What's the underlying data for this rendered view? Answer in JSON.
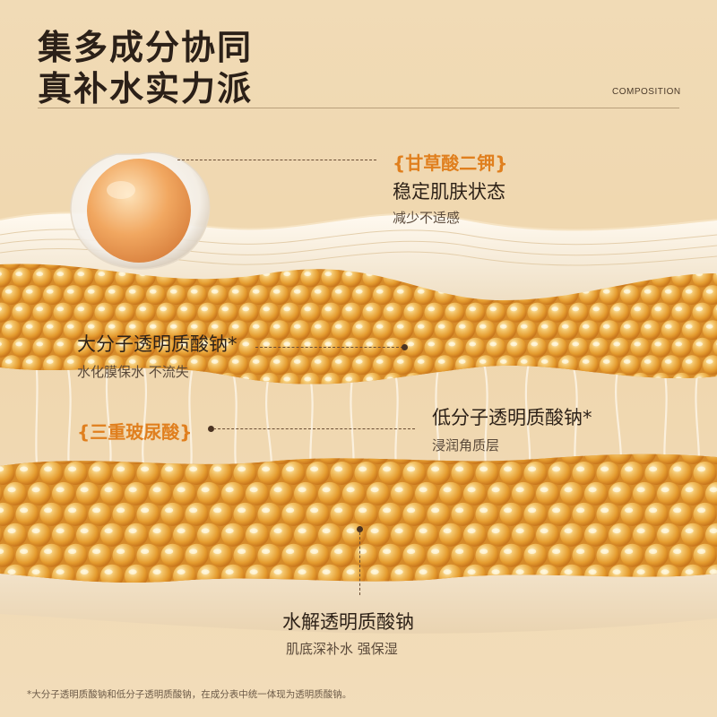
{
  "header": {
    "title_line1": "集多成分协同",
    "title_line2": "真补水实力派",
    "tag": "COMPOSITION"
  },
  "callouts": {
    "glycyrrhizinate": {
      "tag": "{甘草酸二钾}",
      "title": "稳定肌肤状态",
      "subtitle": "减少不适感"
    },
    "macro_ha": {
      "title": "大分子透明质酸钠*",
      "subtitle": "水化膜保水 不流失"
    },
    "triple_ha": {
      "tag": "{三重玻尿酸}"
    },
    "low_ha": {
      "title": "低分子透明质酸钠*",
      "subtitle": "浸润角质层"
    },
    "hydrolyzed_ha": {
      "title": "水解透明质酸钠",
      "subtitle": "肌底深补水 强保湿"
    }
  },
  "footnote": "*大分子透明质酸钠和低分子透明质酸钠，在成分表中统一体现为透明质酸钠。",
  "colors": {
    "accent": "#e07f1e",
    "background": "#f1dbb6",
    "bead": "#e8a032",
    "text_dark": "#2e2218"
  }
}
